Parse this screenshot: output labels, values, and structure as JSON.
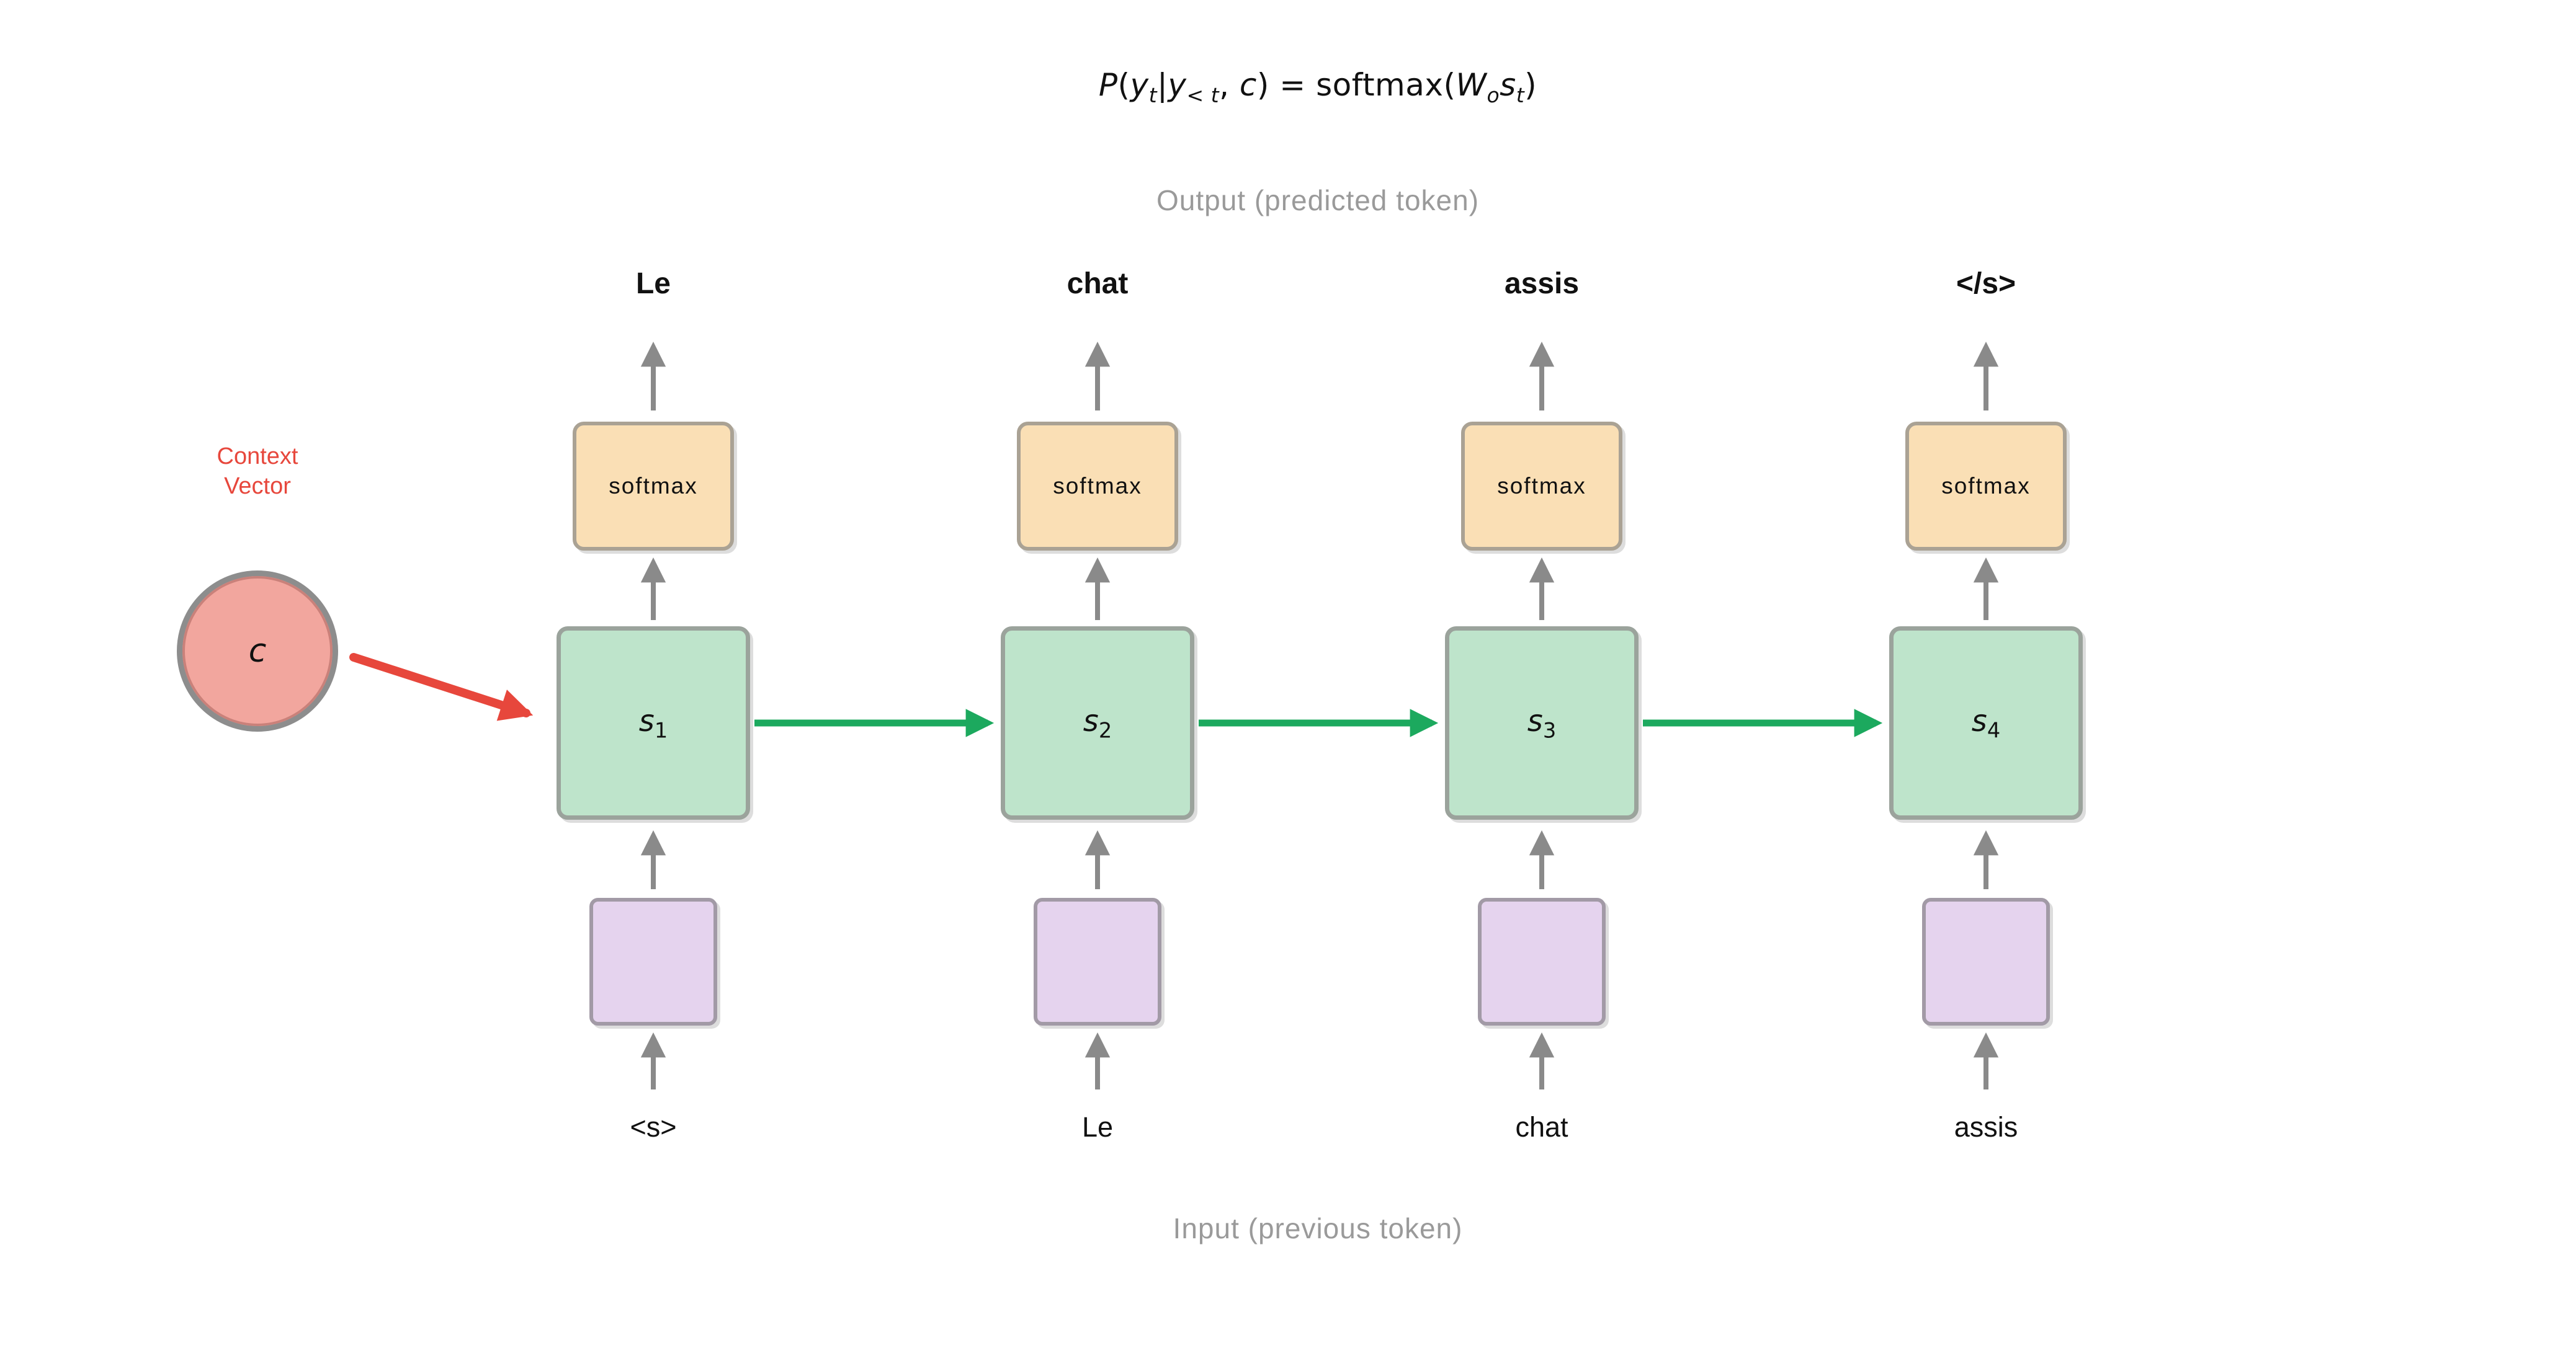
{
  "formula": {
    "P": "P",
    "open1": "(",
    "y1": "y",
    "sub_t1": "t",
    "bar": "|",
    "y2": "y",
    "sub_lt": "< t",
    "comma": ", ",
    "c": "c",
    "close1": ")",
    "equals": " = ",
    "func": "softmax",
    "open2": "(",
    "W": "W",
    "sub_o": "o",
    "s": "s",
    "sub_t2": "t",
    "close2": ")"
  },
  "labels": {
    "output_section": "Output (predicted token)",
    "input_section": "Input (previous token)"
  },
  "context": {
    "label_line1": "Context",
    "label_line2": "Vector",
    "symbol": "c"
  },
  "columns": [
    {
      "output_token": "Le",
      "softmax_label": "softmax",
      "state_base": "s",
      "state_sub": "1",
      "input_token": "<s>"
    },
    {
      "output_token": "chat",
      "softmax_label": "softmax",
      "state_base": "s",
      "state_sub": "2",
      "input_token": "Le"
    },
    {
      "output_token": "assis",
      "softmax_label": "softmax",
      "state_base": "s",
      "state_sub": "3",
      "input_token": "chat"
    },
    {
      "output_token": "</s>",
      "softmax_label": "softmax",
      "state_base": "s",
      "state_sub": "4",
      "input_token": "assis"
    }
  ],
  "colors": {
    "softmax_box_fill": "#fadfb5",
    "state_box_fill": "#bee4cb",
    "embed_box_fill": "#e5d3ee",
    "box_border_gray": "#9ba39c",
    "arrow_gray": "#8a8a8a",
    "arrow_green": "#1ca95e",
    "accent_red": "#e7473c",
    "circle_fill": "#f2a69e",
    "section_label_gray": "#9a9a9a"
  }
}
